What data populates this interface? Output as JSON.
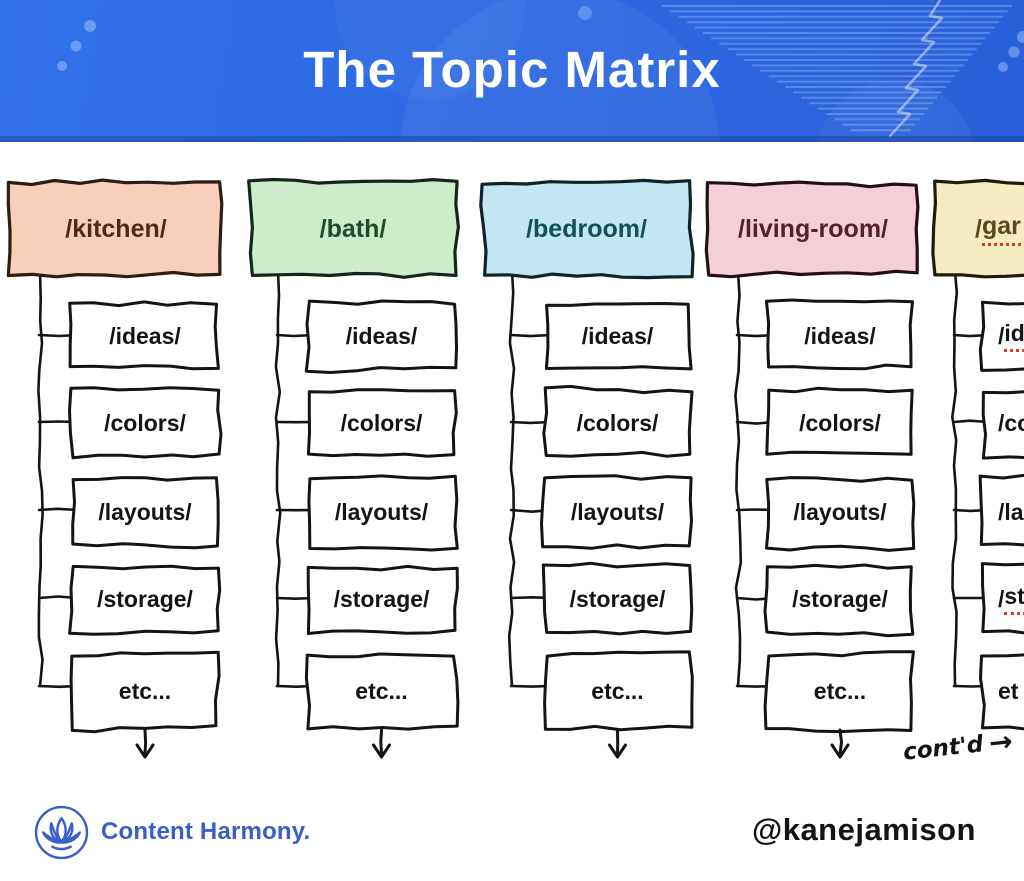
{
  "header": {
    "title": "The Topic Matrix"
  },
  "columns": [
    {
      "label": "/kitchen/",
      "fill": "#f8cfba",
      "text_color": "#4f2a17",
      "stroke": "#2e1d12",
      "children": [
        "/ideas/",
        "/colors/",
        "/layouts/",
        "/storage/",
        "etc..."
      ]
    },
    {
      "label": "/bath/",
      "fill": "#cdeccc",
      "text_color": "#1c4d28",
      "stroke": "#15251a",
      "children": [
        "/ideas/",
        "/colors/",
        "/layouts/",
        "/storage/",
        "etc..."
      ]
    },
    {
      "label": "/bedroom/",
      "fill": "#c2e7f0",
      "text_color": "#13505e",
      "stroke": "#0f2429",
      "children": [
        "/ideas/",
        "/colors/",
        "/layouts/",
        "/storage/",
        "etc..."
      ]
    },
    {
      "label": "/living-room/",
      "fill": "#f4cfd7",
      "text_color": "#54202c",
      "stroke": "#230f15",
      "children": [
        "/ideas/",
        "/colors/",
        "/layouts/",
        "/storage/",
        "etc..."
      ]
    },
    {
      "label": "/gar",
      "fill": "#f6ecc3",
      "text_color": "#5a491e",
      "stroke": "#211a0a",
      "children": [
        "/id",
        "/co",
        "/la",
        "/sto",
        "et"
      ],
      "cut_off": true,
      "spellcheck": {
        "label": true,
        "children": [
          0,
          3
        ]
      }
    }
  ],
  "annotation": {
    "contd": "cont'd",
    "arrow_icon": "→"
  },
  "footer": {
    "brand": "Content Harmony.",
    "handle": "@kanejamison"
  },
  "colors": {
    "banner_blue": "#2d68e2",
    "banner_accent": "#6d9cf3",
    "ink": "#141414",
    "brand_blue": "#3a5fc8",
    "spellcheck_red": "#e03a2e"
  }
}
